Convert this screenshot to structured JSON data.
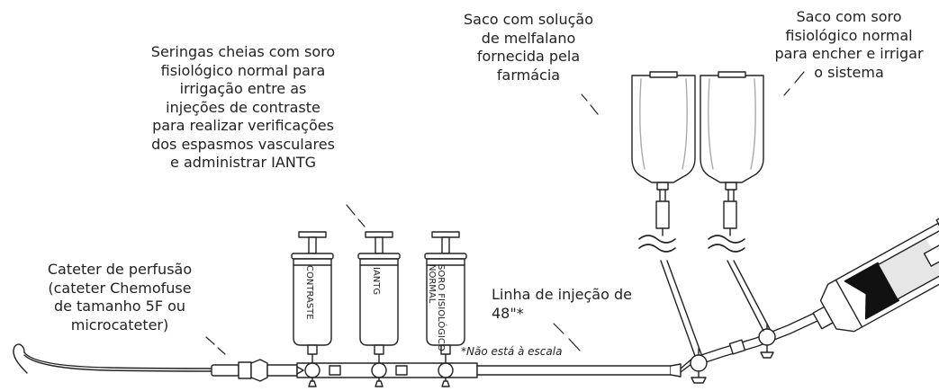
{
  "labels": {
    "bag_melphalan": [
      "Saco com solução",
      "de melfalano",
      "fornecida pela",
      "farmácia"
    ],
    "bag_saline": [
      "Saco com soro",
      "fisiológico normal",
      "para encher e irrigar",
      "o sistema"
    ],
    "syringes": [
      "Seringas cheias com soro",
      "fisiológico normal para",
      "irrigação entre as",
      "injeções de contraste",
      "para realizar verificações",
      "dos espasmos vasculares",
      "e administrar IANTG"
    ],
    "catheter": [
      "Cateter de perfusão",
      "(cateter Chemofuse",
      "de tamanho 5F ou",
      "microcateter)"
    ],
    "injection_line": [
      "Linha de injeção de",
      "48\"*"
    ],
    "scale_note": "*Não está à escala"
  },
  "syringe_labels": [
    "CONTRASTE",
    "IANTG",
    "SORO FISIOLÓGICO NORMAL"
  ],
  "colors": {
    "stroke": "#222222",
    "fill": "#ffffff",
    "shade": "#e6e6e6",
    "dark": "#111111"
  }
}
